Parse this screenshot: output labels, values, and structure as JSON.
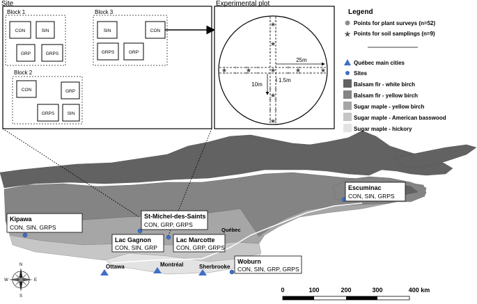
{
  "panels": {
    "site_label": "Site",
    "plot_label": "Experimental plot",
    "blocks": [
      {
        "name": "Block 1",
        "plots": [
          "CON",
          "SIN",
          "GRP",
          "GRPS"
        ]
      },
      {
        "name": "Block 3",
        "plots": [
          "SIN",
          "CON",
          "GRPS",
          "GRP"
        ]
      },
      {
        "name": "Block 2",
        "plots": [
          "CON",
          "GRP",
          "GRPS",
          "SIN"
        ]
      }
    ],
    "dimensions": {
      "radius": "25m",
      "spacing_long": "10m",
      "spacing_short": "1.5m"
    }
  },
  "legend": {
    "title": "Legend",
    "items": [
      {
        "label": "Points for plant surveys (n=52)",
        "icon": "grey-circle",
        "color": "#8c8c8c"
      },
      {
        "label": "Points for soil samplings (n=9)",
        "icon": "star",
        "color": "#555555"
      },
      {
        "label": "Québec main cities",
        "icon": "blue-triangle",
        "color": "#3f6fc6"
      },
      {
        "label": "Sites",
        "icon": "blue-circle",
        "color": "#3f6fc6"
      },
      {
        "label": "Balsam fir - white birch",
        "icon": "swatch",
        "color": "#626262"
      },
      {
        "label": "Balsam fir - yellow birch",
        "icon": "swatch",
        "color": "#848484"
      },
      {
        "label": "Sugar maple - yellow birch",
        "icon": "swatch",
        "color": "#a6a6a6"
      },
      {
        "label": "Sugar maple - American basswood",
        "icon": "swatch",
        "color": "#c6c6c6"
      },
      {
        "label": "Sugar maple - hickory",
        "icon": "swatch",
        "color": "#e3e3e3"
      }
    ]
  },
  "sites": [
    {
      "name": "Kipawa",
      "treatments": "CON, SIN, GRPS"
    },
    {
      "name": "St-Michel-des-Saints",
      "treatments": "CON, GRP, GRPS"
    },
    {
      "name": "Lac Gagnon",
      "treatments": "CON, SIN, GRP"
    },
    {
      "name": "Lac Marcotte",
      "treatments": "CON, GRP, GRPS"
    },
    {
      "name": "Woburn",
      "treatments": "CON, SIN, GRP, GRPS"
    },
    {
      "name": "Escuminac",
      "treatments": "CON, SIN, GRPS"
    }
  ],
  "cities": [
    "Ottawa",
    "Montréal",
    "Québec",
    "Sherbrooke"
  ],
  "compass": {
    "n": "N",
    "s": "S",
    "e": "E",
    "w": "W"
  },
  "scale_bar": {
    "ticks": [
      "0",
      "100",
      "200",
      "300",
      "400 km"
    ]
  }
}
